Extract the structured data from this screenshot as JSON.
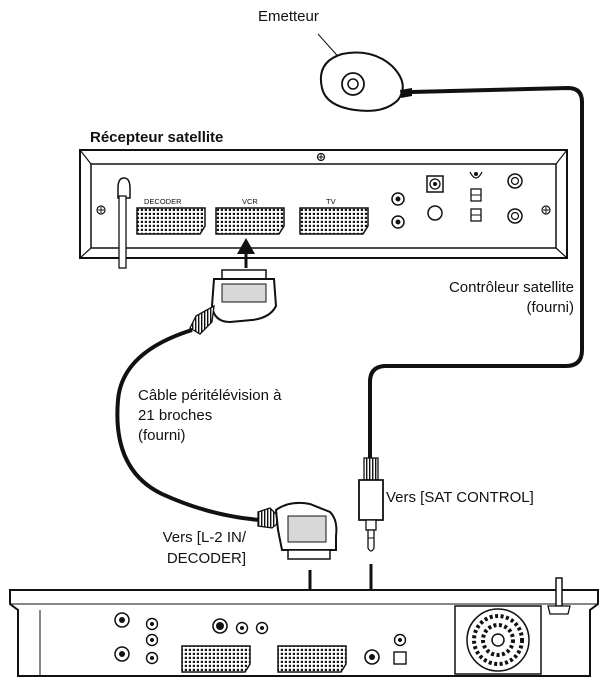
{
  "labels": {
    "emitter": "Emetteur",
    "receiver": "Récepteur satellite",
    "sat_cable_line1": "Contrôleur satellite",
    "sat_cable_line2": "(fourni)",
    "scart_line1": "Câble péritélévision à",
    "scart_line2": "21 broches",
    "scart_line3": "(fourni)",
    "to_decoder_line1": "Vers [L-2 IN/",
    "to_decoder_line2": "DECODER]",
    "to_sat_control": "Vers [SAT CONTROL]"
  },
  "receiver_ports": {
    "decoder": "DECODER",
    "vcr": "VCR",
    "tv": "TV"
  },
  "colors": {
    "line": "#111111",
    "fill": "#ffffff",
    "shade": "#d8d8d8"
  }
}
